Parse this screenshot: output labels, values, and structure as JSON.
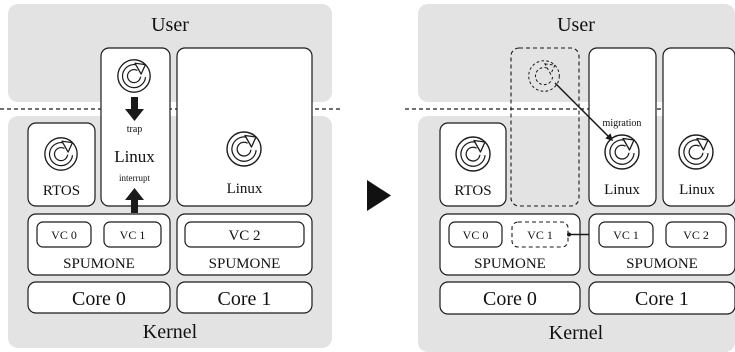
{
  "left": {
    "user_label": "User",
    "kernel_label": "Kernel",
    "rtos_label": "RTOS",
    "linux_label": "Linux",
    "linux2_label": "Linux",
    "trap_label": "trap",
    "interrupt_label": "interrupt",
    "vc0": "VC 0",
    "vc1": "VC 1",
    "vc2": "VC 2",
    "spumone1": "SPUMONE",
    "spumone2": "SPUMONE",
    "core0": "Core 0",
    "core1": "Core 1"
  },
  "right": {
    "user_label": "User",
    "kernel_label": "Kernel",
    "rtos_label": "RTOS",
    "linux_label": "Linux",
    "linux2_label": "Linux",
    "migration_label": "migration",
    "vc0": "VC 0",
    "vc1": "VC 1",
    "vc1b": "VC 1",
    "vc2": "VC 2",
    "spumone1": "SPUMONE",
    "spumone2": "SPUMONE",
    "core0": "Core 0",
    "core1": "Core 1"
  },
  "transition_icon": "play-triangle-icon",
  "process_icon": "circular-arrow-icon"
}
